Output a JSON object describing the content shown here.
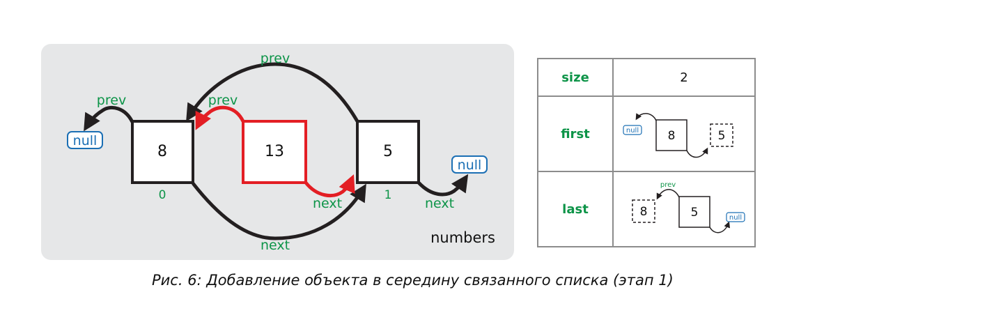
{
  "colors": {
    "panel": "#e6e7e8",
    "label_green": "#0d9448",
    "null_blue": "#1b6fb4",
    "new_node_red": "#e31e24",
    "line_black": "#231f20"
  },
  "list_name": "numbers",
  "null_text": "null",
  "link_labels": {
    "prev": "prev",
    "next": "next"
  },
  "nodes": [
    {
      "value": "8",
      "index": "0"
    },
    {
      "value": "13",
      "index": ""
    },
    {
      "value": "5",
      "index": "1"
    }
  ],
  "table": {
    "size_key": "size",
    "size_value": "2",
    "first_key": "first",
    "last_key": "last",
    "first_mini": {
      "null": "null",
      "node": "8",
      "neighbor": "5"
    },
    "last_mini": {
      "prev": "prev",
      "neighbor": "8",
      "node": "5",
      "null": "null"
    }
  },
  "caption": "Рис. 6: Добавление объекта в середину связанного списка (этап 1)"
}
